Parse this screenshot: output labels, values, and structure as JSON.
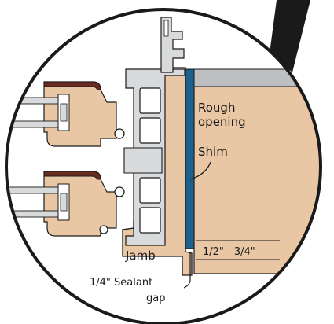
{
  "labels": {
    "rough_opening_line1": "Rough",
    "rough_opening_line2": "opening",
    "shim": "Shim",
    "jamb": "Jamb",
    "dimension": "1/2\" - 3/4\"",
    "sealant_line1": "1/4\" Sealant",
    "sealant_line2": "gap"
  },
  "colors": {
    "wood": "#e9c7a4",
    "shim": "#1f5f8b",
    "frame_gray": "#d8dadc",
    "outline": "#1a1a1a",
    "cap": "#6b2a1e",
    "header": "#bdbfc1"
  }
}
